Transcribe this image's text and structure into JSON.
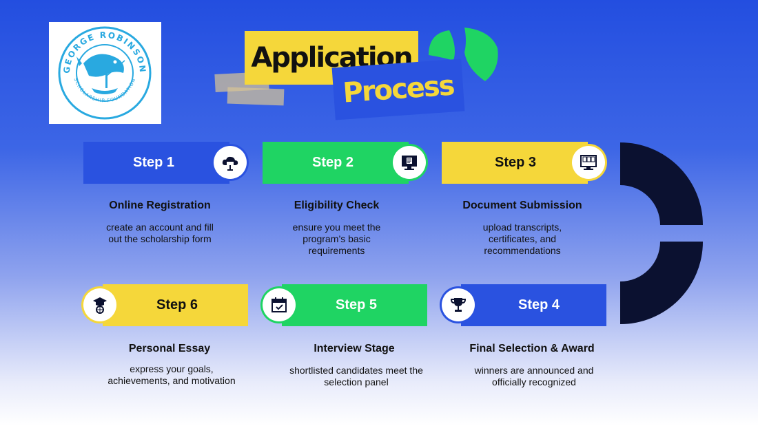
{
  "logo": {
    "text_top": "GEORGE ROBINSON",
    "text_bottom": "SCHOLARSHIP FOUNDATION",
    "color": "#29a9e0"
  },
  "title": {
    "line1": "Application",
    "line2": "Process"
  },
  "colors": {
    "blue": "#2a52e0",
    "green": "#1fd463",
    "yellow": "#f5d73a",
    "navy": "#0b1130"
  },
  "steps": [
    {
      "label": "Step 1",
      "title": "Online Registration",
      "description": "create an account and fill out the scholarship form",
      "icon": "cloud-upload-icon"
    },
    {
      "label": "Step 2",
      "title": "Eligibility Check",
      "description": "ensure you meet the program’s basic requirements",
      "icon": "monitor-checklist-icon"
    },
    {
      "label": "Step 3",
      "title": "Document Submission",
      "description": "upload transcripts, certificates, and recommendations",
      "icon": "monitor-documents-icon"
    },
    {
      "label": "Step 4",
      "title": "Final Selection & Award",
      "description": "winners are announced and officially recognized",
      "icon": "trophy-icon"
    },
    {
      "label": "Step 5",
      "title": "Interview Stage",
      "description": "shortlisted candidates meet the selection panel",
      "icon": "calendar-icon"
    },
    {
      "label": "Step 6",
      "title": "Personal Essay",
      "description": "express your goals, achievements, and motivation",
      "icon": "graduate-globe-icon"
    }
  ]
}
